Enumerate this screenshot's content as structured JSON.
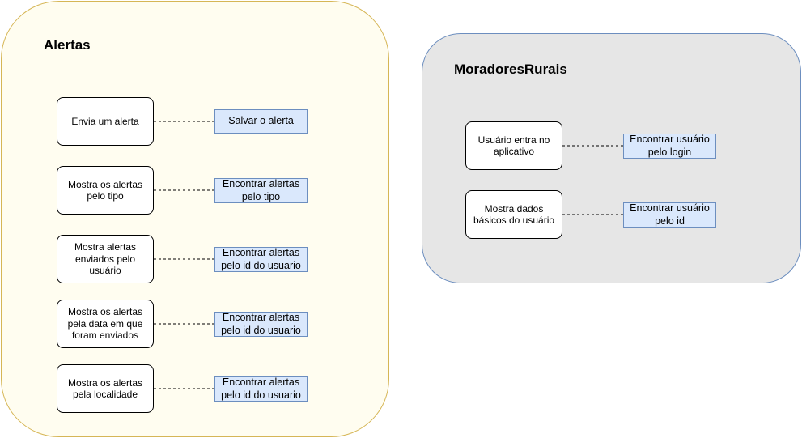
{
  "groups": {
    "alertas": {
      "title": "Alertas",
      "rows": [
        {
          "action": "Envia um alerta",
          "operation": "Salvar o alerta"
        },
        {
          "action": "Mostra os alertas pelo tipo",
          "operation": "Encontrar alertas pelo tipo"
        },
        {
          "action": "Mostra alertas enviados pelo usuário",
          "operation": "Encontrar alertas pelo id do usuario"
        },
        {
          "action": "Mostra os alertas pela data em que foram enviados",
          "operation": "Encontrar alertas pelo id do usuario"
        },
        {
          "action": "Mostra os alertas pela localidade",
          "operation": "Encontrar alertas pelo id do usuario"
        }
      ]
    },
    "moradores": {
      "title": "MoradoresRurais",
      "rows": [
        {
          "action": "Usuário entra no aplicativo",
          "operation": "Encontrar usuário pelo login"
        },
        {
          "action": "Mostra dados básicos do usuário",
          "operation": "Encontrar usuário pelo id"
        }
      ]
    }
  },
  "colors": {
    "alertas_fill": "#fffdf0",
    "alertas_border": "#d6b656",
    "moradores_fill": "#e6e6e6",
    "moradores_border": "#6c8ebf",
    "operation_fill": "#dae8fc",
    "operation_border": "#6c8ebf"
  }
}
